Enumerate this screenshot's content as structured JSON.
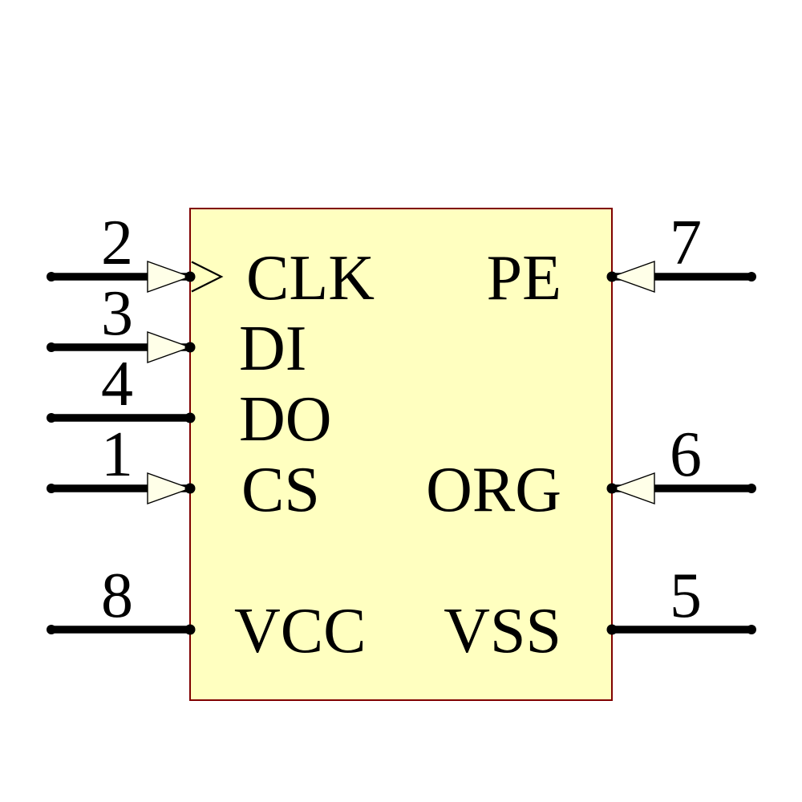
{
  "diagram": {
    "type": "ic-schematic-symbol",
    "background": "#FFFFFF",
    "body": {
      "fill": "#FFFFC0",
      "border_color": "#800000"
    },
    "arrow_fill": "#FFFFE8",
    "wire_color": "#000000",
    "text_color": "#000000",
    "pins": {
      "left": [
        {
          "number": "2",
          "label": "CLK",
          "style": "input-clock"
        },
        {
          "number": "3",
          "label": "DI",
          "style": "input"
        },
        {
          "number": "4",
          "label": "DO",
          "style": "plain"
        },
        {
          "number": "1",
          "label": "CS",
          "style": "input"
        },
        {
          "number": "8",
          "label": "VCC",
          "style": "plain"
        }
      ],
      "right": [
        {
          "number": "7",
          "label": "PE",
          "style": "input"
        },
        {
          "number": "6",
          "label": "ORG",
          "style": "input"
        },
        {
          "number": "5",
          "label": "VSS",
          "style": "plain"
        }
      ]
    }
  }
}
